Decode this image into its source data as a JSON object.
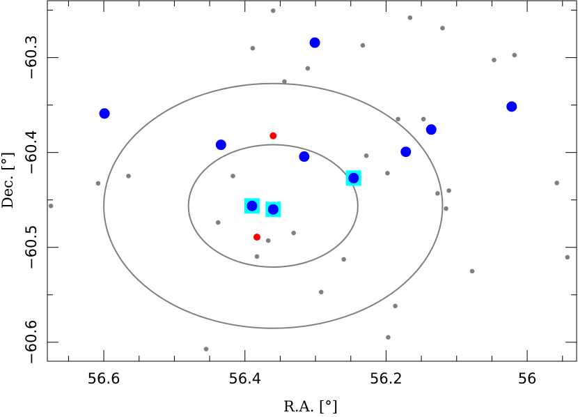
{
  "chart_data": {
    "type": "scatter",
    "xlabel": "R.A. [°]",
    "ylabel": "Dec. [°]",
    "xlim": [
      56.68,
      55.93
    ],
    "ylim": [
      -60.62,
      -60.24
    ],
    "x_inverted": true,
    "grid": false,
    "x_ticks": [
      {
        "value": 56.6,
        "label": "56.6"
      },
      {
        "value": 56.4,
        "label": "56.4"
      },
      {
        "value": 56.2,
        "label": "56.2"
      },
      {
        "value": 56.0,
        "label": "56"
      }
    ],
    "y_ticks": [
      {
        "value": -60.3,
        "label": "−60.3"
      },
      {
        "value": -60.4,
        "label": "−60.4"
      },
      {
        "value": -60.5,
        "label": "−60.5"
      },
      {
        "value": -60.6,
        "label": "−60.6"
      }
    ],
    "x_minor_step": 0.05,
    "y_minor_step": 0.05,
    "colors": {
      "gray": "#808080",
      "blue": "#0000ff",
      "red": "#ff0000",
      "highlight": "#00ffff",
      "ellipse": "#808080"
    },
    "ellipses": [
      {
        "name": "inner",
        "cx": 56.36,
        "cy": -60.4563,
        "rx": 0.12,
        "ry": 0.0645
      },
      {
        "name": "outer",
        "cx": 56.36,
        "cy": -60.4563,
        "rx": 0.24,
        "ry": 0.129
      }
    ],
    "series": [
      {
        "kind": "gray",
        "points": [
          [
            56.36,
            -60.2505
          ],
          [
            56.166,
            -60.2579
          ],
          [
            56.12,
            -60.2689
          ],
          [
            56.389,
            -60.2901
          ],
          [
            56.233,
            -60.2871
          ],
          [
            56.047,
            -60.3025
          ],
          [
            56.018,
            -60.2974
          ],
          [
            56.311,
            -60.3113
          ],
          [
            56.344,
            -60.3252
          ],
          [
            56.183,
            -60.3648
          ],
          [
            56.147,
            -60.3648
          ],
          [
            56.228,
            -60.4034
          ],
          [
            56.417,
            -60.4248
          ],
          [
            56.565,
            -60.4248
          ],
          [
            56.608,
            -60.4325
          ],
          [
            56.242,
            -60.4255
          ],
          [
            56.198,
            -60.4218
          ],
          [
            56.675,
            -60.4563
          ],
          [
            56.127,
            -60.4431
          ],
          [
            56.111,
            -60.4402
          ],
          [
            56.115,
            -60.4592
          ],
          [
            56.438,
            -60.4738
          ],
          [
            56.331,
            -60.4848
          ],
          [
            56.367,
            -60.4929
          ],
          [
            56.383,
            -60.5097
          ],
          [
            56.26,
            -60.5126
          ],
          [
            56.292,
            -60.5471
          ],
          [
            56.187,
            -60.5618
          ],
          [
            56.197,
            -60.5948
          ],
          [
            56.078,
            -60.5251
          ],
          [
            55.958,
            -60.4321
          ],
          [
            55.943,
            -60.5104
          ],
          [
            56.455,
            -60.6072
          ]
        ]
      },
      {
        "kind": "blue",
        "points": [
          [
            56.301,
            -60.2842
          ],
          [
            56.599,
            -60.3589
          ],
          [
            56.022,
            -60.3516
          ],
          [
            56.136,
            -60.3758
          ],
          [
            56.434,
            -60.3919
          ],
          [
            56.316,
            -60.4043
          ],
          [
            56.172,
            -60.3993
          ],
          [
            56.246,
            -60.427
          ],
          [
            56.39,
            -60.4563
          ],
          [
            56.36,
            -60.46
          ]
        ]
      },
      {
        "kind": "red",
        "points": [
          [
            56.36,
            -60.3824
          ],
          [
            56.383,
            -60.4892
          ]
        ]
      },
      {
        "kind": "highlight",
        "points": [
          [
            56.246,
            -60.427
          ],
          [
            56.39,
            -60.4563
          ],
          [
            56.36,
            -60.46
          ]
        ]
      }
    ]
  }
}
